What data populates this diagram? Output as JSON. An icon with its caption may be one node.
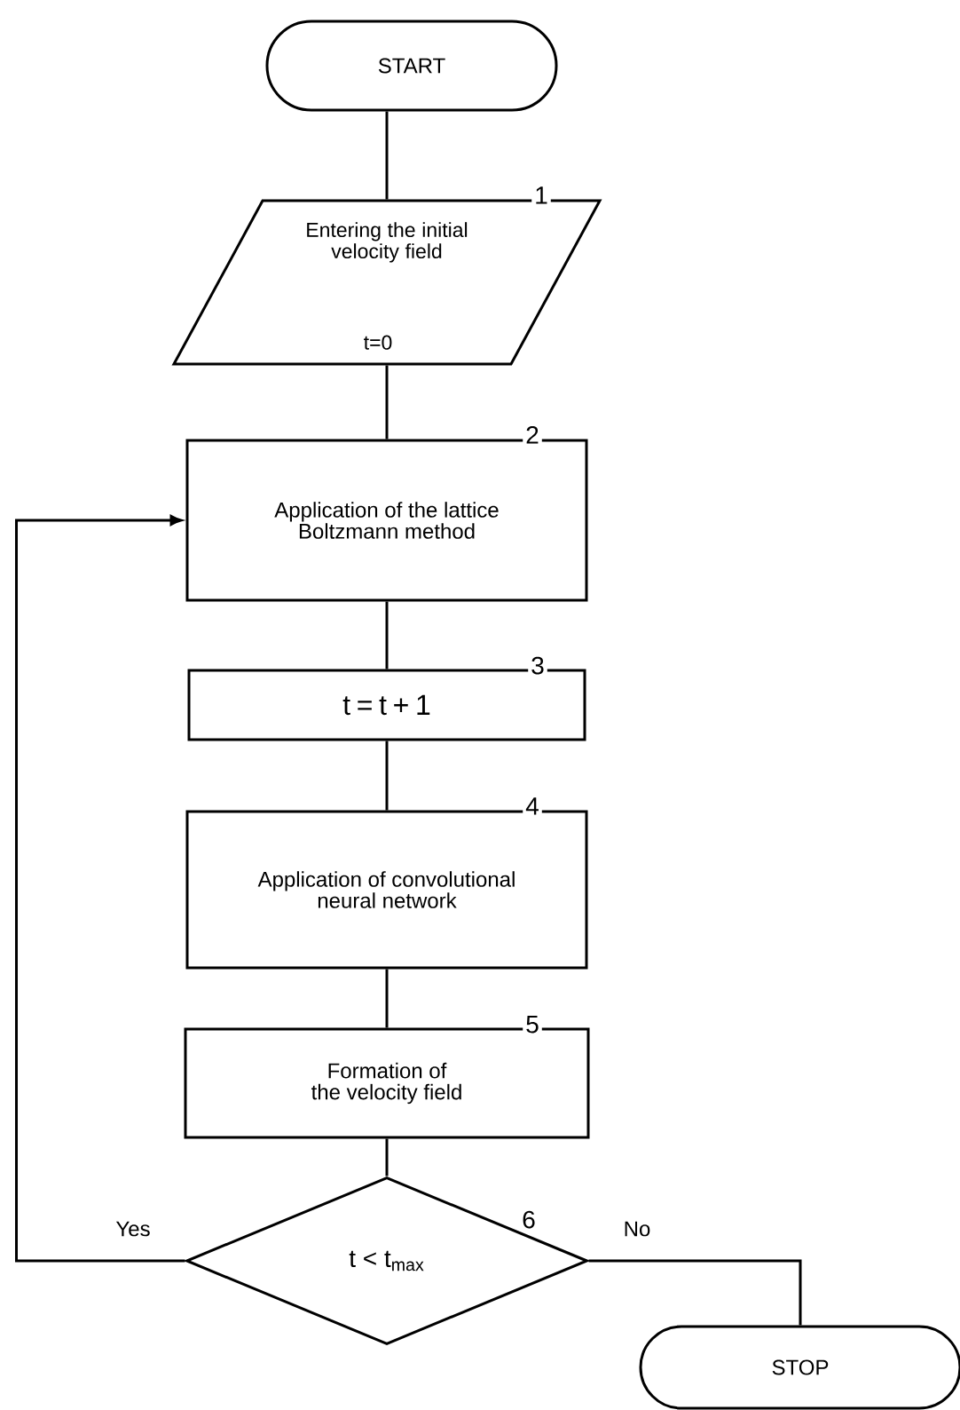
{
  "diagram": {
    "nodes": [
      {
        "text": [
          "START"
        ]
      },
      {
        "text": [
          "Entering the initial velocity field",
          "t=0"
        ],
        "beside": [
          "1"
        ]
      },
      {
        "text": [
          "Application of the lattice Boltzmann method"
        ],
        "beside": [
          "2"
        ]
      },
      {
        "text": [
          "t = t + 1"
        ],
        "beside": [
          "3"
        ]
      },
      {
        "text": [
          "Application of convolutional neural network"
        ],
        "beside": [
          "4"
        ]
      },
      {
        "text": [
          "Formation of the velocity field"
        ],
        "beside": [
          "5"
        ]
      },
      {
        "text": [
          "t < t$_{max}$"
        ],
        "beside": [
          "6"
        ]
      },
      {
        "text": [
          "STOP"
        ]
      }
    ],
    "edges": [
      {
        "from": 0,
        "to": 1,
        "arrow": "none"
      },
      {
        "from": 1,
        "to": 2,
        "arrow": "none"
      },
      {
        "from": 2,
        "to": 3,
        "arrow": "none"
      },
      {
        "from": 3,
        "to": 4,
        "arrow": "none"
      },
      {
        "from": 4,
        "to": 5,
        "arrow": "none"
      },
      {
        "from": 5,
        "to": 6,
        "arrow": "none"
      },
      {
        "from": 6,
        "to": 2,
        "arrow": "to",
        "label": "Yes"
      },
      {
        "from": 6,
        "to": 7,
        "arrow": "none",
        "label": "No"
      }
    ]
  }
}
